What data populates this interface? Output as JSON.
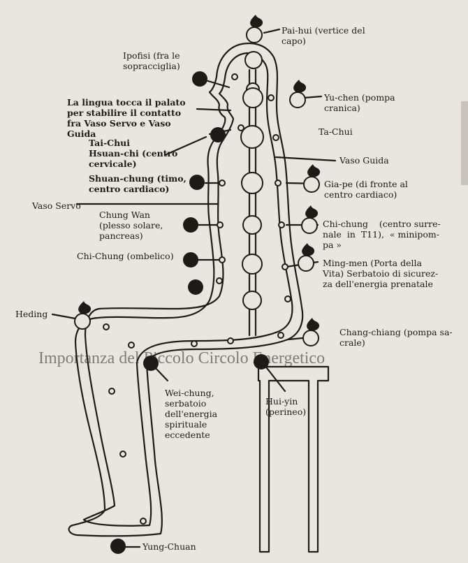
{
  "heading": "Importanza del Piccolo Circolo Energetico",
  "labels": {
    "pai_hui": "Pai-hui (vertice del\ncapo)",
    "ipofisi": "Ipofisi (fra le\nsopracciglia)",
    "lingua": "La lingua tocca il palato\nper stabilire il contatto\nfra Vaso Servo e Vaso\nGuida",
    "yu_chen": "Yu-chen (pompa\ncranica)",
    "ta_chui": "Ta-Chui",
    "tai_chui": "Tai-Chui\nHsuan-chi (centro\ncervicale)",
    "vaso_guida": "Vaso Guida",
    "shuan_chung": "Shuan-chung (timo,\ncentro cardiaco)",
    "gia_pe": "Gia-pe (di fronte al\ncentro cardiaco)",
    "vaso_servo": "Vaso Servo",
    "chung_wan": "Chung Wan\n(plesso solare,\npancreas)",
    "chi_chung_back": "Chi-chung    (centro surre-\nnale  in  T11),  « minipom-\npa »",
    "chi_chung": "Chi-Chung (ombelico)",
    "ming_men": "Ming-men (Porta della\nVita) Serbatoio di sicurez-\nza dell'energia prenatale",
    "heding": "Heding",
    "chang_chiang": "Chang-chiang (pompa sa-\ncrale)",
    "wei_chung": "Wei-chung,\nserbatoio\ndell'energia\nspirituale\neccedente",
    "hui_yin": "Hui-yin\n(perineo)",
    "yung_chuan": "Yung-Chuan"
  },
  "colors": {
    "ink": "#1d1b18",
    "paper": "#e9e5df"
  }
}
